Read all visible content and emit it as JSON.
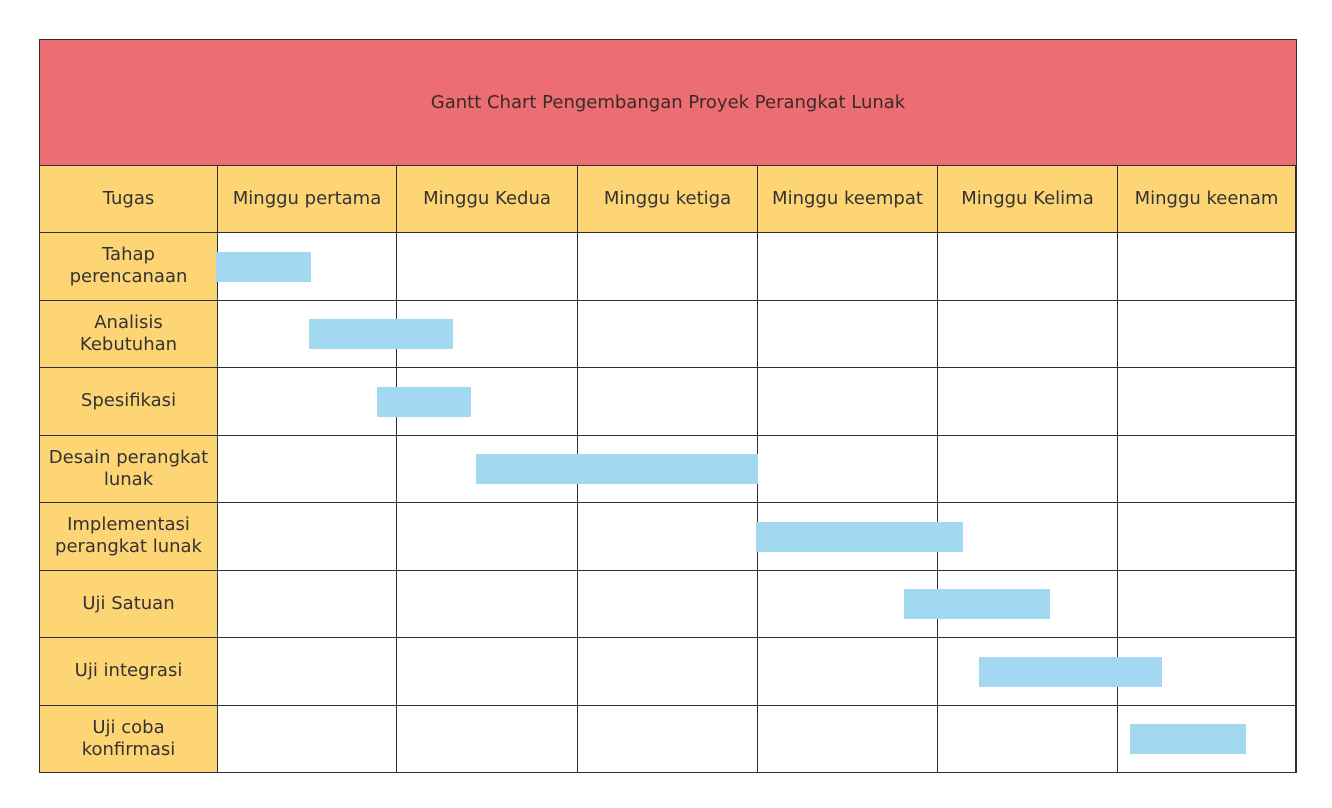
{
  "chart_data": {
    "type": "gantt",
    "title": "Gantt Chart Pengembangan Proyek Perangkat Lunak",
    "task_header": "Tugas",
    "columns": [
      "Minggu pertama",
      "Minggu Kedua",
      "Minggu ketiga",
      "Minggu keempat",
      "Minggu Kelima",
      "Minggu keenam"
    ],
    "tasks": [
      {
        "name": "Tahap perencanaan",
        "start_week": 0.0,
        "end_week": 0.52
      },
      {
        "name": "Analisis Kebutuhan",
        "start_week": 0.52,
        "end_week": 1.31
      },
      {
        "name": "Spesifikasi",
        "start_week": 0.9,
        "end_week": 1.41
      },
      {
        "name": "Desain perangkat lunak",
        "start_week": 1.45,
        "end_week": 3.0
      },
      {
        "name": "Implementasi perangkat lunak",
        "start_week": 3.0,
        "end_week": 4.14
      },
      {
        "name": "Uji Satuan",
        "start_week": 3.82,
        "end_week": 4.62
      },
      {
        "name": "Uji integrasi",
        "start_week": 4.24,
        "end_week": 5.25
      },
      {
        "name": "Uji coba konfirmasi",
        "start_week": 5.08,
        "end_week": 5.72
      }
    ],
    "bar_color": "#a3d9f0",
    "header_color": "#fed574",
    "title_color": "#ec6d72"
  }
}
